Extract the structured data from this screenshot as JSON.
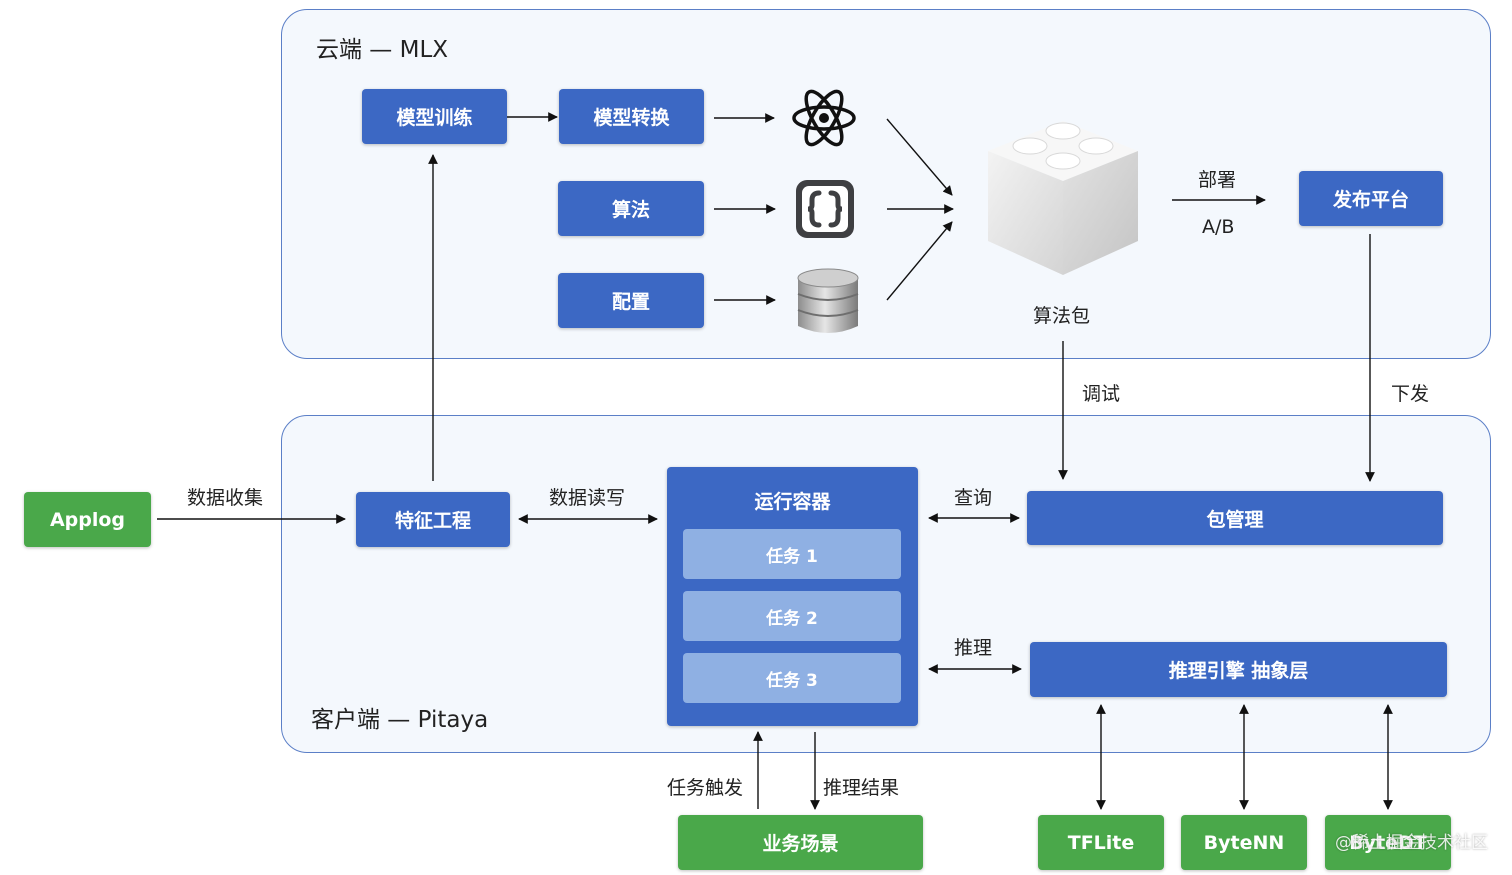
{
  "cloud": {
    "title": "云端 — MLX",
    "model_training": "模型训练",
    "model_convert": "模型转换",
    "algorithm": "算法",
    "config": "配置",
    "algo_package": "算法包",
    "deploy": "部署",
    "ab": "A/B",
    "publish_platform": "发布平台"
  },
  "client": {
    "title": "客户端 — Pitaya",
    "feature_engineering": "特征工程",
    "runtime_container": "运行容器",
    "tasks": [
      "任务 1",
      "任务 2",
      "任务 3"
    ],
    "package_management": "包管理",
    "inference_engine": "推理引擎 抽象层"
  },
  "external": {
    "applog": "Applog",
    "business_scene": "业务场景",
    "engines": [
      "TFLite",
      "ByteNN",
      "ByteDT"
    ]
  },
  "labels": {
    "data_collect": "数据收集",
    "data_rw": "数据读写",
    "query": "查询",
    "infer": "推理",
    "debug": "调试",
    "dispatch": "下发",
    "task_trigger": "任务触发",
    "infer_result": "推理结果"
  },
  "watermark": "@稀土掘金技术社区",
  "colors": {
    "blue": "#3c68c4",
    "green": "#4aa84a",
    "task": "#8fb0e3",
    "border": "#5b7fc7"
  },
  "icons": [
    "atom-icon",
    "code-braces-icon",
    "database-icon",
    "cube-package-icon"
  ]
}
